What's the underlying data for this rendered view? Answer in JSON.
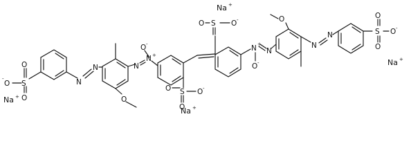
{
  "structure": {
    "sodium_label": "Na",
    "sodium_charge": "+",
    "oxygen": "O",
    "sulfur": "S",
    "nitrogen": "N",
    "oxide_charge": "-",
    "nitrogen_charge": "+",
    "colors": {
      "ink": "#111111",
      "background": "#ffffff"
    }
  }
}
